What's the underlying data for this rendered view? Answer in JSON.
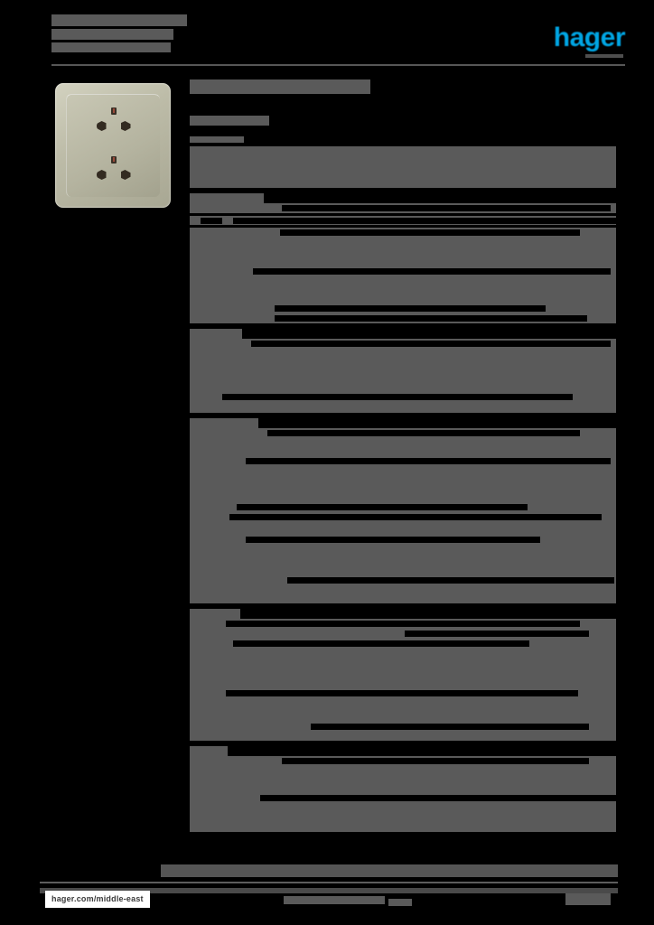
{
  "document": {
    "kind": "product-datasheet",
    "brand": "hager",
    "brand_color": "#00a5e3",
    "redaction_color": "#5a5a5a",
    "page_background": "#000000",
    "title_block_redacted": true
  },
  "header": {
    "title_lines_redacted": [
      "",
      "",
      ""
    ],
    "logo_text": "hager",
    "rule_visible": true
  },
  "product_figure": {
    "name": "double-universal-socket-outlet",
    "bezel_color": "#bdbca8",
    "plate_color": "#b4b39f",
    "pin_color": "#332b21",
    "sockets": 2,
    "caption": ""
  },
  "product": {
    "title": "",
    "reference": "",
    "subtitle": ""
  },
  "spec_table": {
    "column_headers": [
      "",
      ""
    ],
    "sections": [
      {
        "heading": "",
        "rows": [
          {
            "label": "",
            "value": ""
          },
          {
            "label": "",
            "value": ""
          }
        ]
      },
      {
        "heading": "",
        "rows": [
          {
            "label": "",
            "value": ""
          },
          {
            "label": "",
            "value": ""
          },
          {
            "label": "",
            "value": ""
          },
          {
            "label": "",
            "value": ""
          },
          {
            "label": "",
            "value": ""
          }
        ]
      },
      {
        "heading": "",
        "rows": [
          {
            "label": "",
            "value": ""
          },
          {
            "label": "",
            "value": ""
          },
          {
            "label": "",
            "value": ""
          }
        ]
      },
      {
        "heading": "",
        "rows": [
          {
            "label": "",
            "value": ""
          },
          {
            "label": "",
            "value": ""
          },
          {
            "label": "",
            "value": ""
          },
          {
            "label": "",
            "value": ""
          },
          {
            "label": "",
            "value": ""
          },
          {
            "label": "",
            "value": ""
          },
          {
            "label": "",
            "value": ""
          }
        ]
      },
      {
        "heading": "",
        "rows": [
          {
            "label": "",
            "value": ""
          },
          {
            "label": "",
            "value": ""
          },
          {
            "label": "",
            "value": ""
          },
          {
            "label": "",
            "value": ""
          }
        ]
      },
      {
        "heading": "",
        "rows": [
          {
            "label": "",
            "value": ""
          },
          {
            "label": "",
            "value": ""
          },
          {
            "label": "",
            "value": ""
          }
        ]
      }
    ]
  },
  "footer": {
    "url": "hager.com/middle-east",
    "center_text": "",
    "page_number": ""
  }
}
